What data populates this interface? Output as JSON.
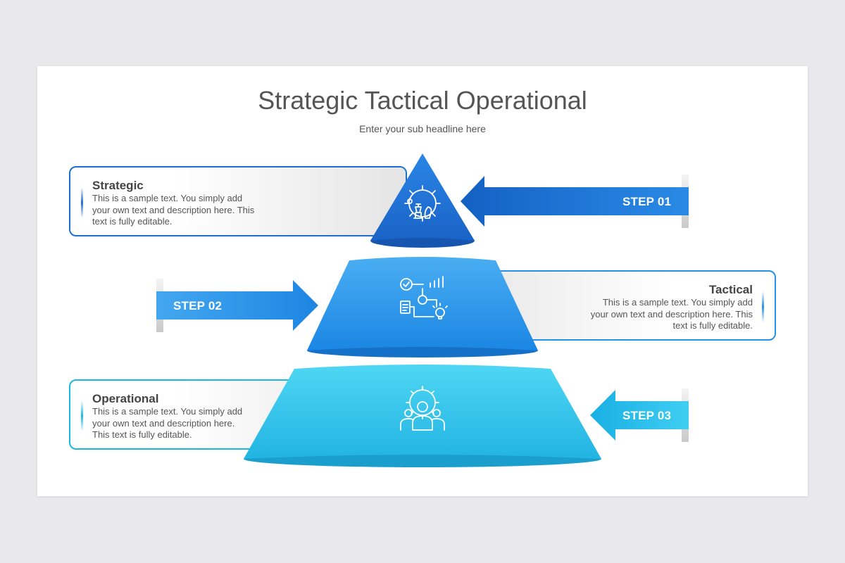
{
  "title": "Strategic Tactical Operational",
  "subtitle": "Enter your sub headline here",
  "items": [
    {
      "heading": "Strategic",
      "body_lines": [
        "This is a sample text. You simply add",
        "your own text and description here. This",
        "text is fully editable."
      ],
      "step": "STEP 01",
      "icon": "strategy-chess-gear-icon",
      "color": "#1e6fd0"
    },
    {
      "heading": "Tactical",
      "body_lines": [
        "This is a sample text. You simply add",
        "your own text and description here. This",
        "text is fully editable."
      ],
      "step": "STEP 02",
      "icon": "process-workflow-icon",
      "color": "#2492e6"
    },
    {
      "heading": "Operational",
      "body_lines": [
        "This is a sample text. You simply add",
        "your own text and description here.",
        "This text is fully editable."
      ],
      "step": "STEP 03",
      "icon": "team-gear-icon",
      "color": "#1cb8e4"
    }
  ]
}
